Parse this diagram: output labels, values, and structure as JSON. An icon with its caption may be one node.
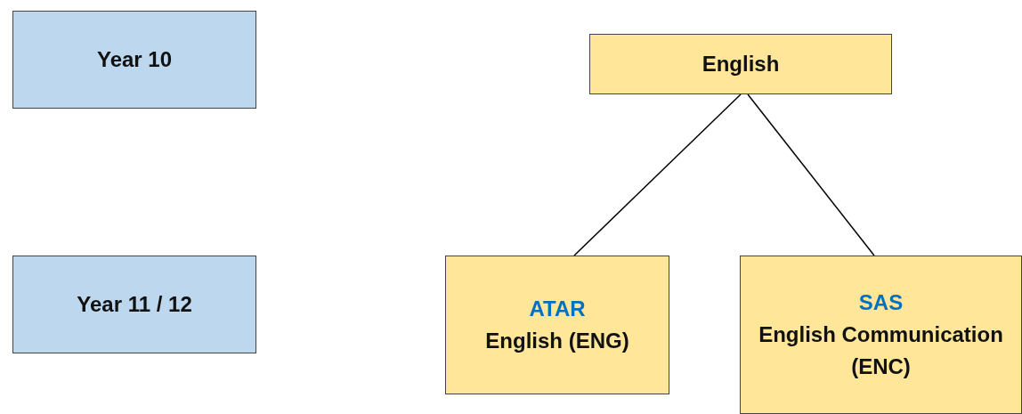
{
  "diagram": {
    "nodes": [
      {
        "text": [
          "Year 10"
        ]
      },
      {
        "text": [
          "Year 11 / 12"
        ]
      },
      {
        "text": [
          "English"
        ]
      },
      {
        "text": [
          "ATAR",
          "English (ENG)"
        ]
      },
      {
        "text": [
          "SAS",
          "English Communication (ENC)"
        ]
      }
    ],
    "edges": [
      {
        "from": 2,
        "to": 3,
        "arrow": "none"
      },
      {
        "from": 2,
        "to": 4,
        "arrow": "none"
      }
    ]
  }
}
